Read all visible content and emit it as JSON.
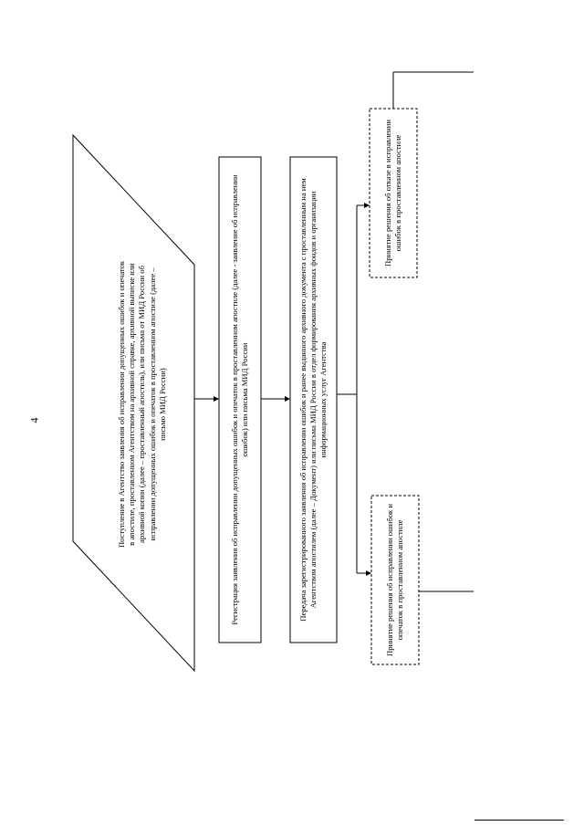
{
  "page": {
    "number": "4"
  },
  "blocks": {
    "receipt": "Поступление в Агентство заявления об исправлении допущенных ошибок и опечаток в апостиле, проставленном Агентством на архивной справке, архивной выписке или архивной копии (далее – проставленный апостиль), или письма от МИД России об исправлении допущенных ошибок и опечаток в проставленном апостиле (далее – письмо МИД России)",
    "registration": "Регистрация заявления об исправлении допущенных ошибок и опечаток в проставленном апостиле (далее - заявление об исправлении ошибок) или письма МИД России",
    "transfer": "Передача зарегистрированного заявления об исправлении ошибок и ранее выданного архивного документа с проставленным на нем Агентством апостилем (далее – Документ) или письма МИД России в отдел формирования архивных фондов и организации информационных услуг Агентства",
    "decision_refuse": "Принятие решения об отказе в исправлении ошибок в проставленном апостиле",
    "decision_correct": "Принятие решения об исправлении ошибок и опечаток в проставленном апостиле"
  }
}
